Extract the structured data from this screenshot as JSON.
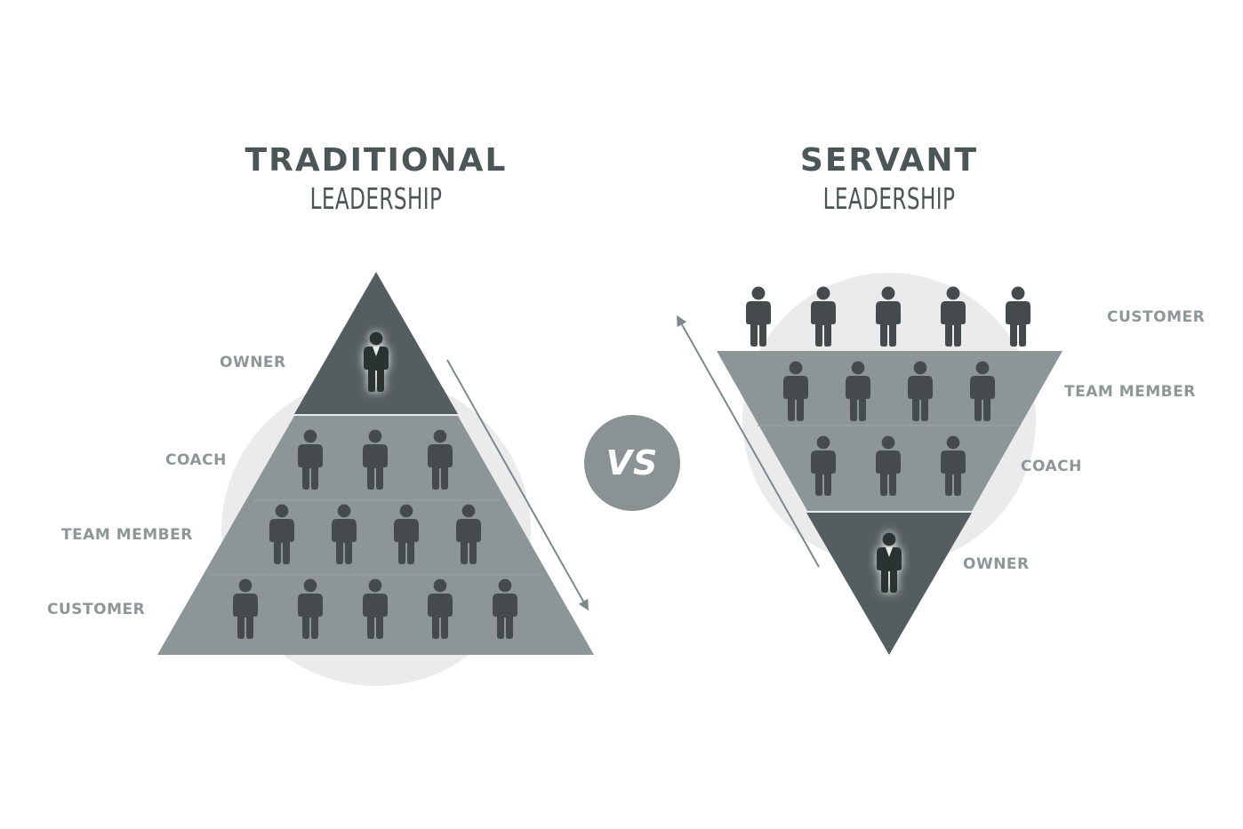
{
  "traditional": {
    "title": "TRADITIONAL",
    "subtitle": "LEADERSHIP",
    "levels": [
      {
        "label": "OWNER",
        "people": 1
      },
      {
        "label": "COACH",
        "people": 3
      },
      {
        "label": "TEAM MEMBER",
        "people": 4
      },
      {
        "label": "CUSTOMER",
        "people": 5
      }
    ]
  },
  "servant": {
    "title": "SERVANT",
    "subtitle": "LEADERSHIP",
    "levels": [
      {
        "label": "CUSTOMER",
        "people": 5
      },
      {
        "label": "TEAM MEMBER",
        "people": 4
      },
      {
        "label": "COACH",
        "people": 3
      },
      {
        "label": "OWNER",
        "people": 1
      }
    ]
  },
  "vs_label": "VS",
  "colors": {
    "title": "#4d5657",
    "label": "#8e9798",
    "pyramid_body": "#8c9697",
    "pyramid_apex": "#545d5f",
    "circle": "#ebebeb",
    "person": "#444b4d",
    "owner_person": "#2b3031",
    "arrow": "#7f8889"
  }
}
